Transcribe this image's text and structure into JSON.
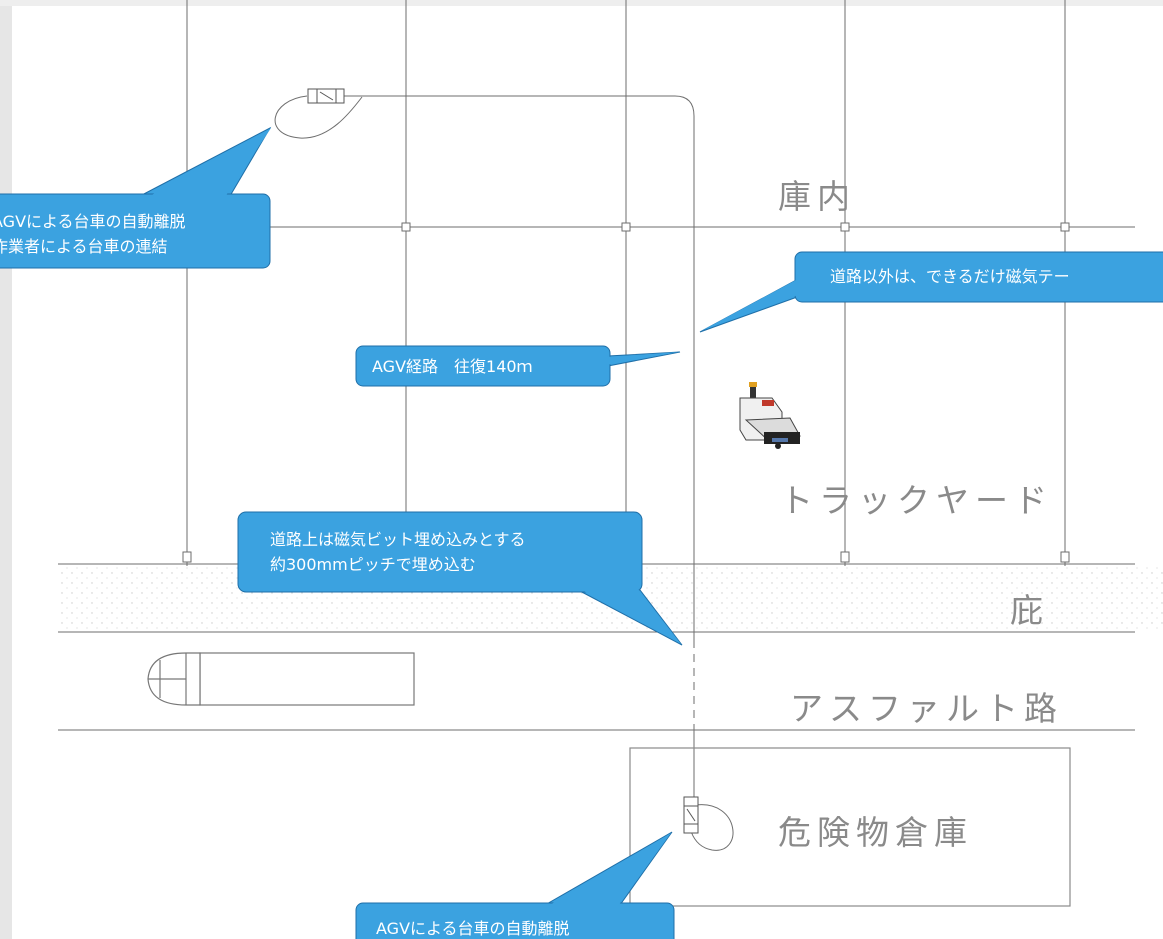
{
  "labels": {
    "warehouse_inside": "庫内",
    "truck_yard": "トラックヤード",
    "eaves": "庇",
    "asphalt_road": "アスファルト路",
    "hazmat_warehouse": "危険物倉庫"
  },
  "callouts": {
    "top_left": [
      "AGVによる台車の自動離脱",
      "作業者による台車の連結"
    ],
    "top_right": "道路以外は、できるだけ磁気テー",
    "route": "AGV経路　往復140ｍ",
    "road": [
      "道路上は磁気ビット埋め込みとする",
      "約300mmピッチで埋め込む"
    ],
    "bottom": "AGVによる台車の自動離脱"
  },
  "colors": {
    "callout_fill": "#3ba2e0",
    "callout_stroke": "#1f6fa8",
    "line": "#6e6e6e",
    "label_gray": "#8a8a8a",
    "left_margin": "#e6e6e6"
  },
  "icons": {
    "agv_cart": "agv-robot-icon",
    "truck": "truck-icon",
    "station": "cart-station-icon"
  }
}
